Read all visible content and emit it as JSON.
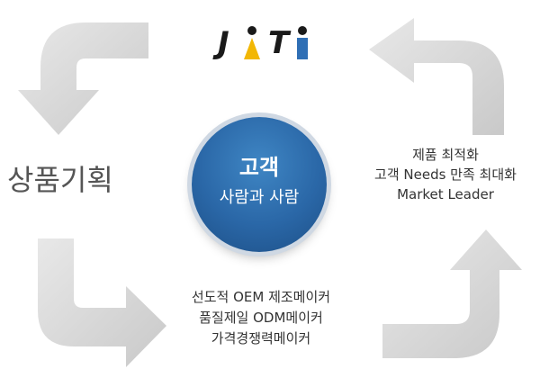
{
  "logo": {
    "j": "J",
    "t": "T"
  },
  "center": {
    "title": "고객",
    "subtitle": "사람과 사람"
  },
  "left_label": "상품기획",
  "right_lines": [
    "제품 최적화",
    "고객 Needs 만족 최대화",
    "Market Leader"
  ],
  "bottom_lines": [
    "선도적 OEM 제조메이커",
    "품질제일 ODM메이커",
    "가격경쟁력메이커"
  ],
  "colors": {
    "arrow": "#d9d9d9",
    "circle": "#2a67a7",
    "logo_yellow": "#f2b705",
    "logo_blue": "#2f6fb5"
  }
}
